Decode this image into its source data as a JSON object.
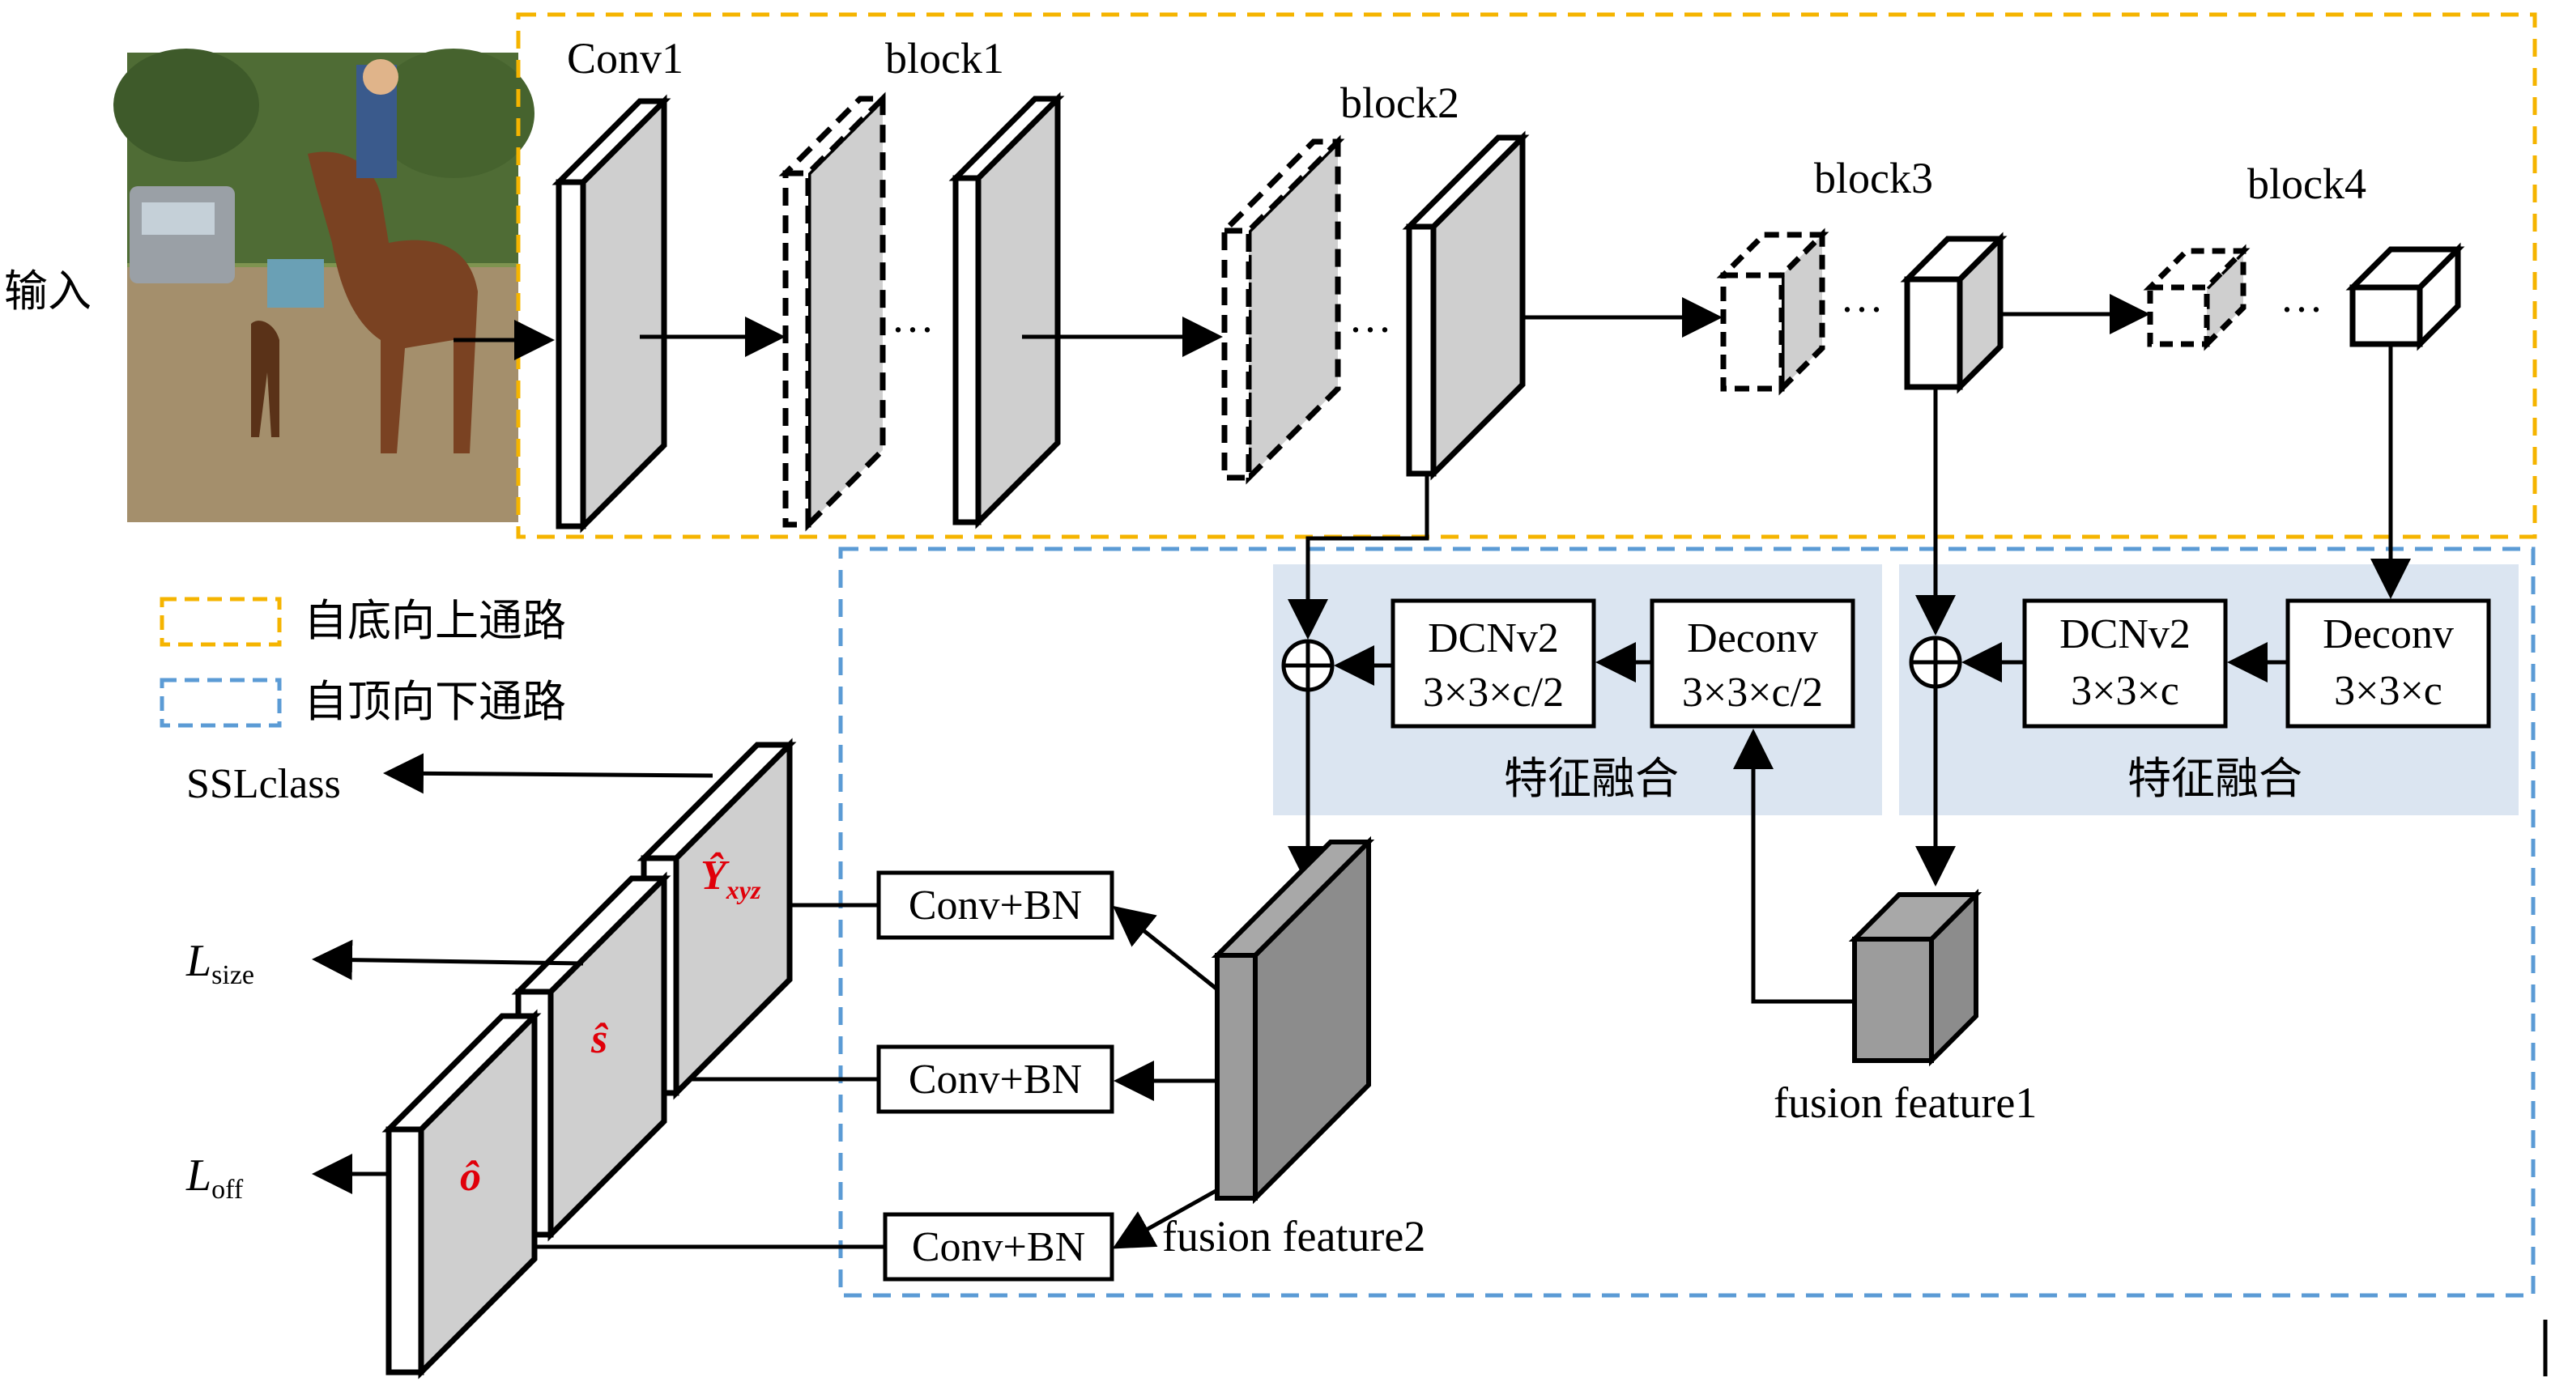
{
  "input_label": "输入",
  "backbone": {
    "conv1": "Conv1",
    "block1": "block1",
    "block2": "block2",
    "block3": "block3",
    "block4": "block4",
    "ellipsis": "···"
  },
  "legend": {
    "bottom_up": "自底向上通路",
    "top_down": "自顶向下通路"
  },
  "fusion_left": {
    "dcn_line1": "DCNv2",
    "dcn_line2": "3×3×c/2",
    "deconv_line1": "Deconv",
    "deconv_line2": "3×3×c/2",
    "caption": "特征融合"
  },
  "fusion_right": {
    "dcn_line1": "DCNv2",
    "dcn_line2": "3×3×c",
    "deconv_line1": "Deconv",
    "deconv_line2": "3×3×c",
    "caption": "特征融合"
  },
  "fusion_feature1": "fusion feature1",
  "fusion_feature2": "fusion feature2",
  "heads": {
    "conv_bn": "Conv+BN",
    "y_hat": "Ŷ",
    "y_sub": "xyz",
    "s_hat": "ŝ",
    "o_hat": "ô"
  },
  "outputs": {
    "ssl": "SSLclass",
    "lsize": "L",
    "lsize_sub": "size",
    "loff": "L",
    "loff_sub": "off"
  },
  "colors": {
    "bottom_up_dashed": "#f5b400",
    "top_down_dashed": "#5b9bd5",
    "fusion_bg": "#dbe5f1",
    "panel_gray": "#cfcfcf",
    "dark_gray": "#8c8c8c",
    "head_label_red": "#e0000a"
  }
}
